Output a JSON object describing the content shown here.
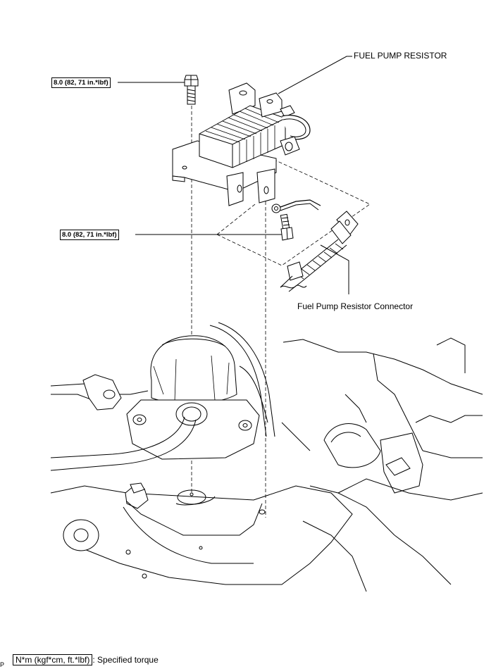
{
  "labels": {
    "fuel_pump_resistor": "FUEL PUMP RESISTOR",
    "connector": "Fuel Pump Resistor Connector"
  },
  "torques": {
    "upper_bolt": "8.0 (82, 71 in.*lbf)",
    "lower_bolt": "8.0 (82, 71 in.*lbf)"
  },
  "legend": {
    "unit_box": "N*m (kgf*cm, ft.*lbf)",
    "description": ": Specified torque"
  },
  "corner_mark": "P"
}
